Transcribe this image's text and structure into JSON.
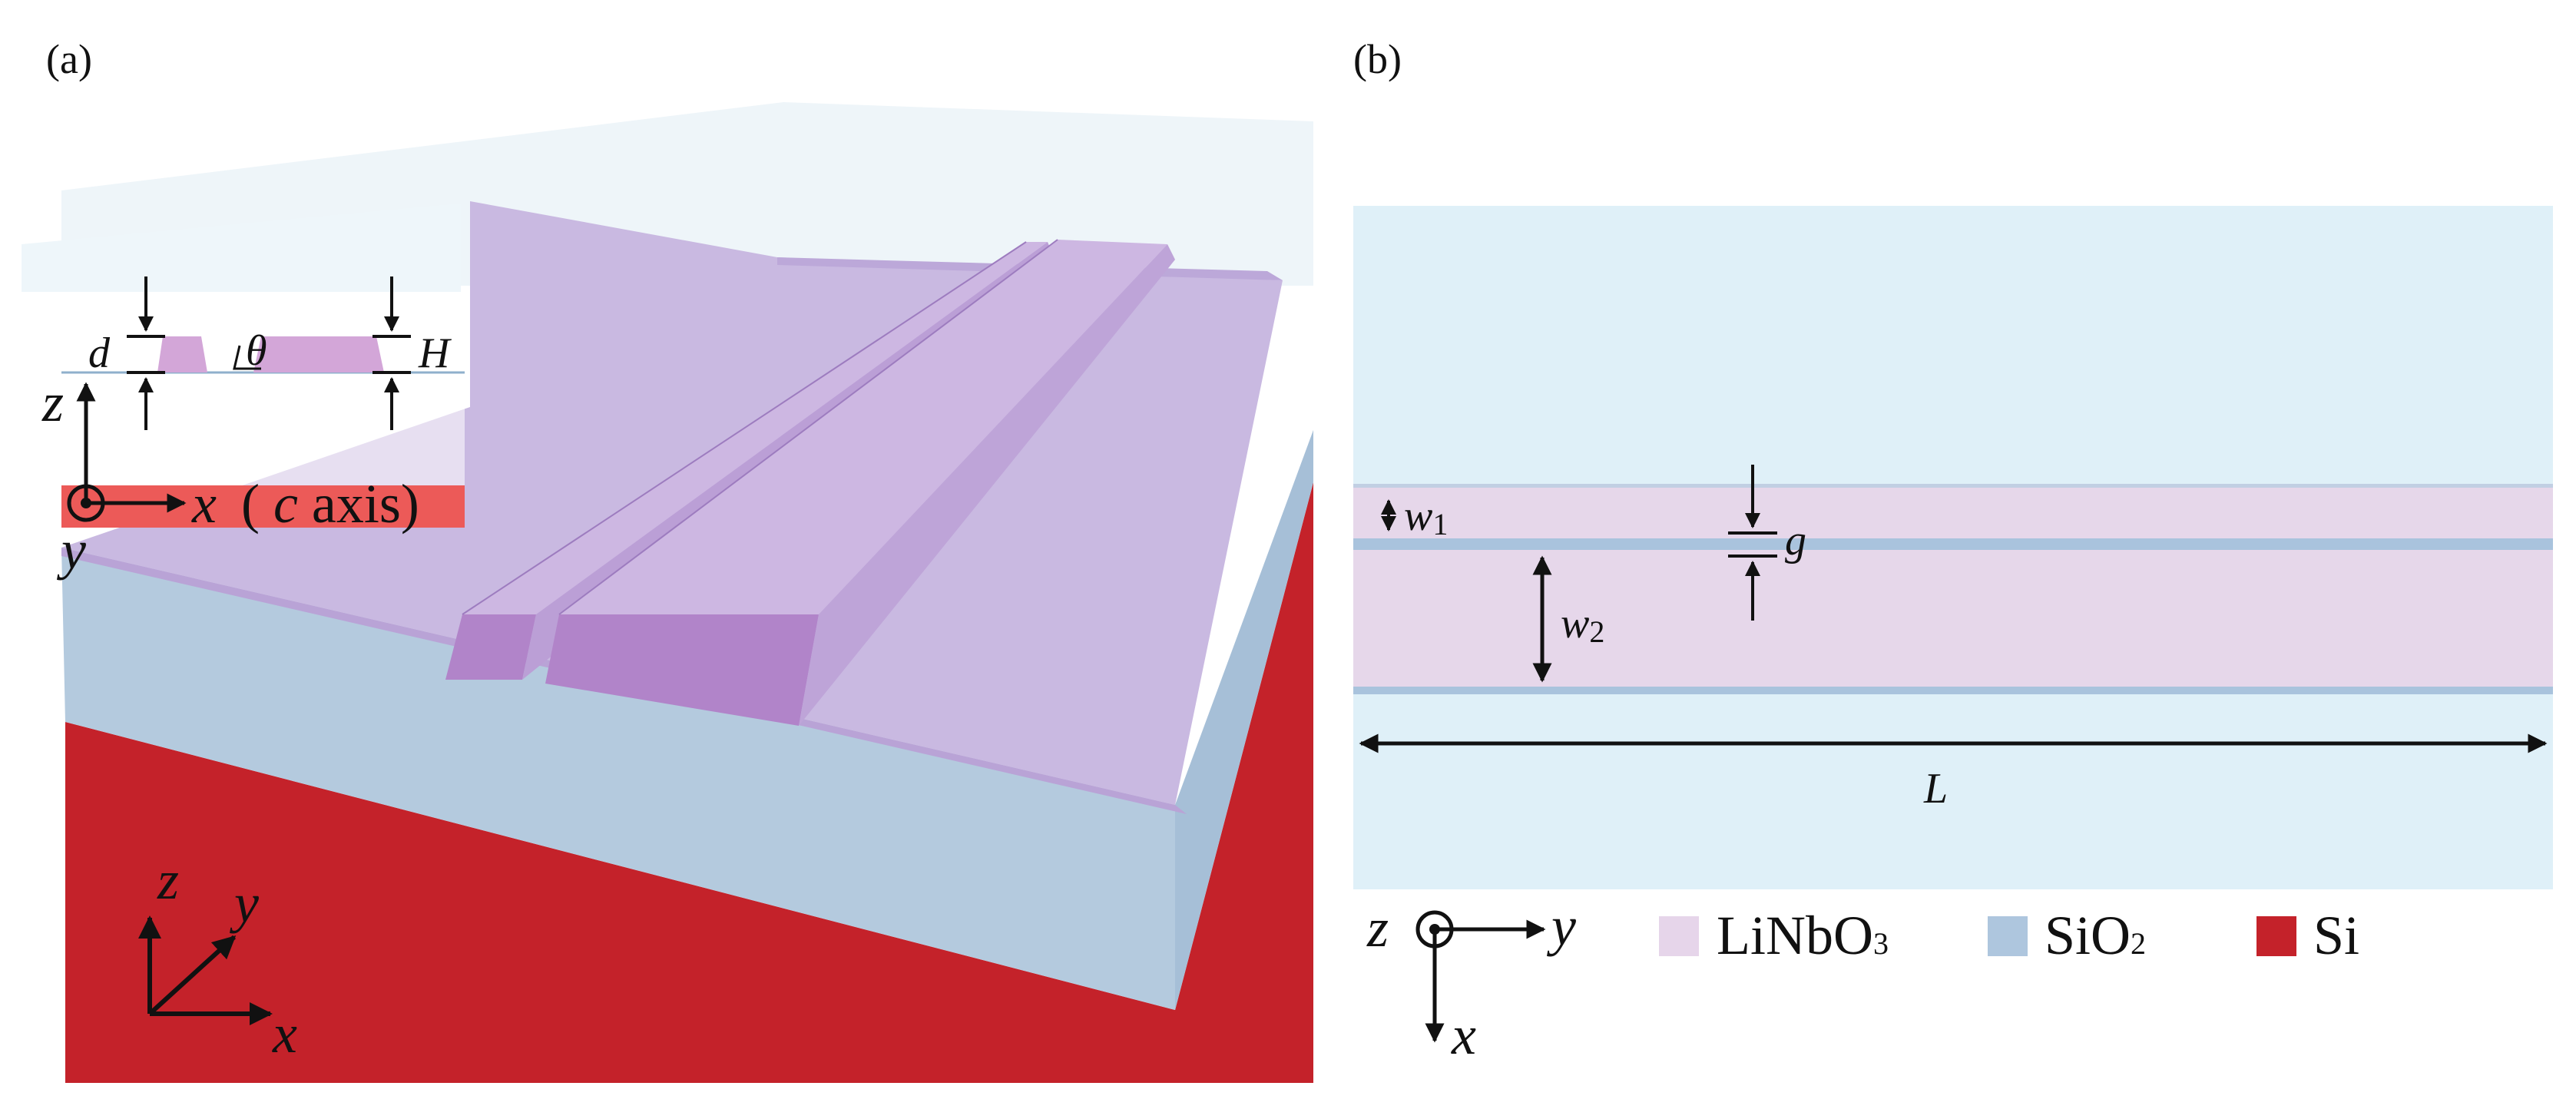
{
  "panels": {
    "a": {
      "label": "(a)",
      "inset": {
        "dim_d": "d",
        "dim_theta": "θ",
        "dim_H": "H",
        "axis_z": "z",
        "axis_x": "x",
        "axis_note_open": "(",
        "axis_note_c": "c",
        "axis_note_rest": " axis)",
        "axis_y": "y"
      },
      "axes3d": {
        "z": "z",
        "y": "y",
        "x": "x"
      }
    },
    "b": {
      "label": "(b)",
      "dims": {
        "w1": "w",
        "w1_sub": "1",
        "w2": "w",
        "w2_sub": "2",
        "g": "g",
        "L": "L"
      },
      "axes": {
        "z": "z",
        "y": "y",
        "x": "x"
      },
      "legend": [
        {
          "base": "LiNbO",
          "sub": "3",
          "color": "#e6d5ea"
        },
        {
          "base": "SiO",
          "sub": "2",
          "color": "#aec6de"
        },
        {
          "base": "Si",
          "sub": "",
          "color": "#c4222a"
        }
      ]
    }
  },
  "colors": {
    "cladding": "#dff0f8",
    "silica": "#b4cade",
    "silicon": "#c4222a",
    "linbo3_top": "#c6b4df",
    "linbo3_side": "#b596cf",
    "linbo3_2d": "#e6d7ea"
  }
}
